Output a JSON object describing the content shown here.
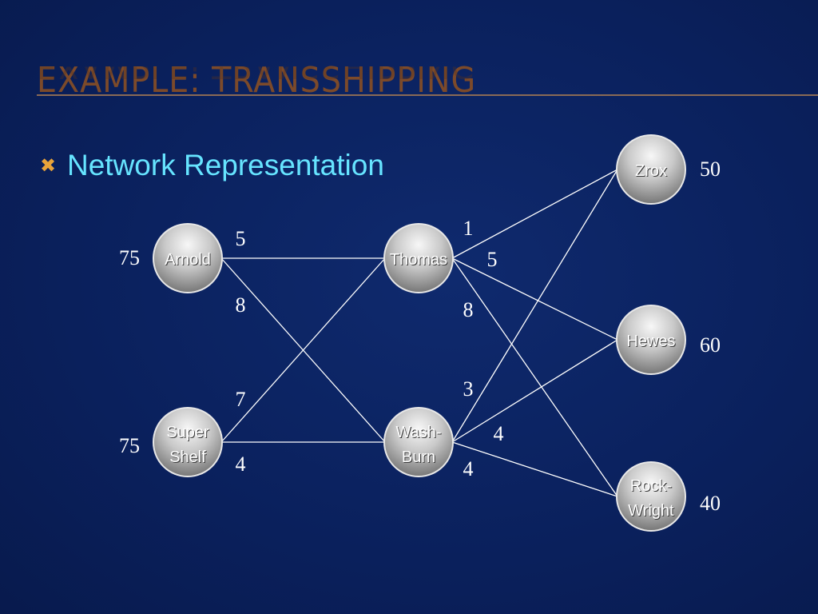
{
  "title": "EXAMPLE:  TRANSSHIPPING",
  "bullet": "Network Representation",
  "nodes": [
    {
      "id": "arnold",
      "lines": [
        "Arnold"
      ],
      "supply": "75"
    },
    {
      "id": "supershelf",
      "lines": [
        "Super",
        "Shelf"
      ],
      "supply": "75"
    },
    {
      "id": "thomas",
      "lines": [
        "Thomas"
      ]
    },
    {
      "id": "washburn",
      "lines": [
        "Wash-",
        "Burn"
      ]
    },
    {
      "id": "zrox",
      "lines": [
        "Zrox"
      ],
      "demand": "50"
    },
    {
      "id": "hewes",
      "lines": [
        "Hewes"
      ],
      "demand": "60"
    },
    {
      "id": "rockwright",
      "lines": [
        "Rock-",
        "Wright"
      ],
      "demand": "40"
    }
  ],
  "edges": [
    {
      "from": "arnold",
      "to": "thomas",
      "cost": "5"
    },
    {
      "from": "arnold",
      "to": "washburn",
      "cost": "8"
    },
    {
      "from": "supershelf",
      "to": "thomas",
      "cost": "7"
    },
    {
      "from": "supershelf",
      "to": "washburn",
      "cost": "4"
    },
    {
      "from": "thomas",
      "to": "zrox",
      "cost": "1"
    },
    {
      "from": "thomas",
      "to": "hewes",
      "cost": "5"
    },
    {
      "from": "thomas",
      "to": "rockwright",
      "cost": "8"
    },
    {
      "from": "washburn",
      "to": "zrox",
      "cost": "3"
    },
    {
      "from": "washburn",
      "to": "hewes",
      "cost": "4"
    },
    {
      "from": "washburn",
      "to": "rockwright",
      "cost": "4"
    }
  ],
  "colors": {
    "title": "#7c4a2a",
    "bullet_text": "#66e4ff",
    "bullet_mark": "#e8a33a",
    "background": "#0b2260"
  }
}
